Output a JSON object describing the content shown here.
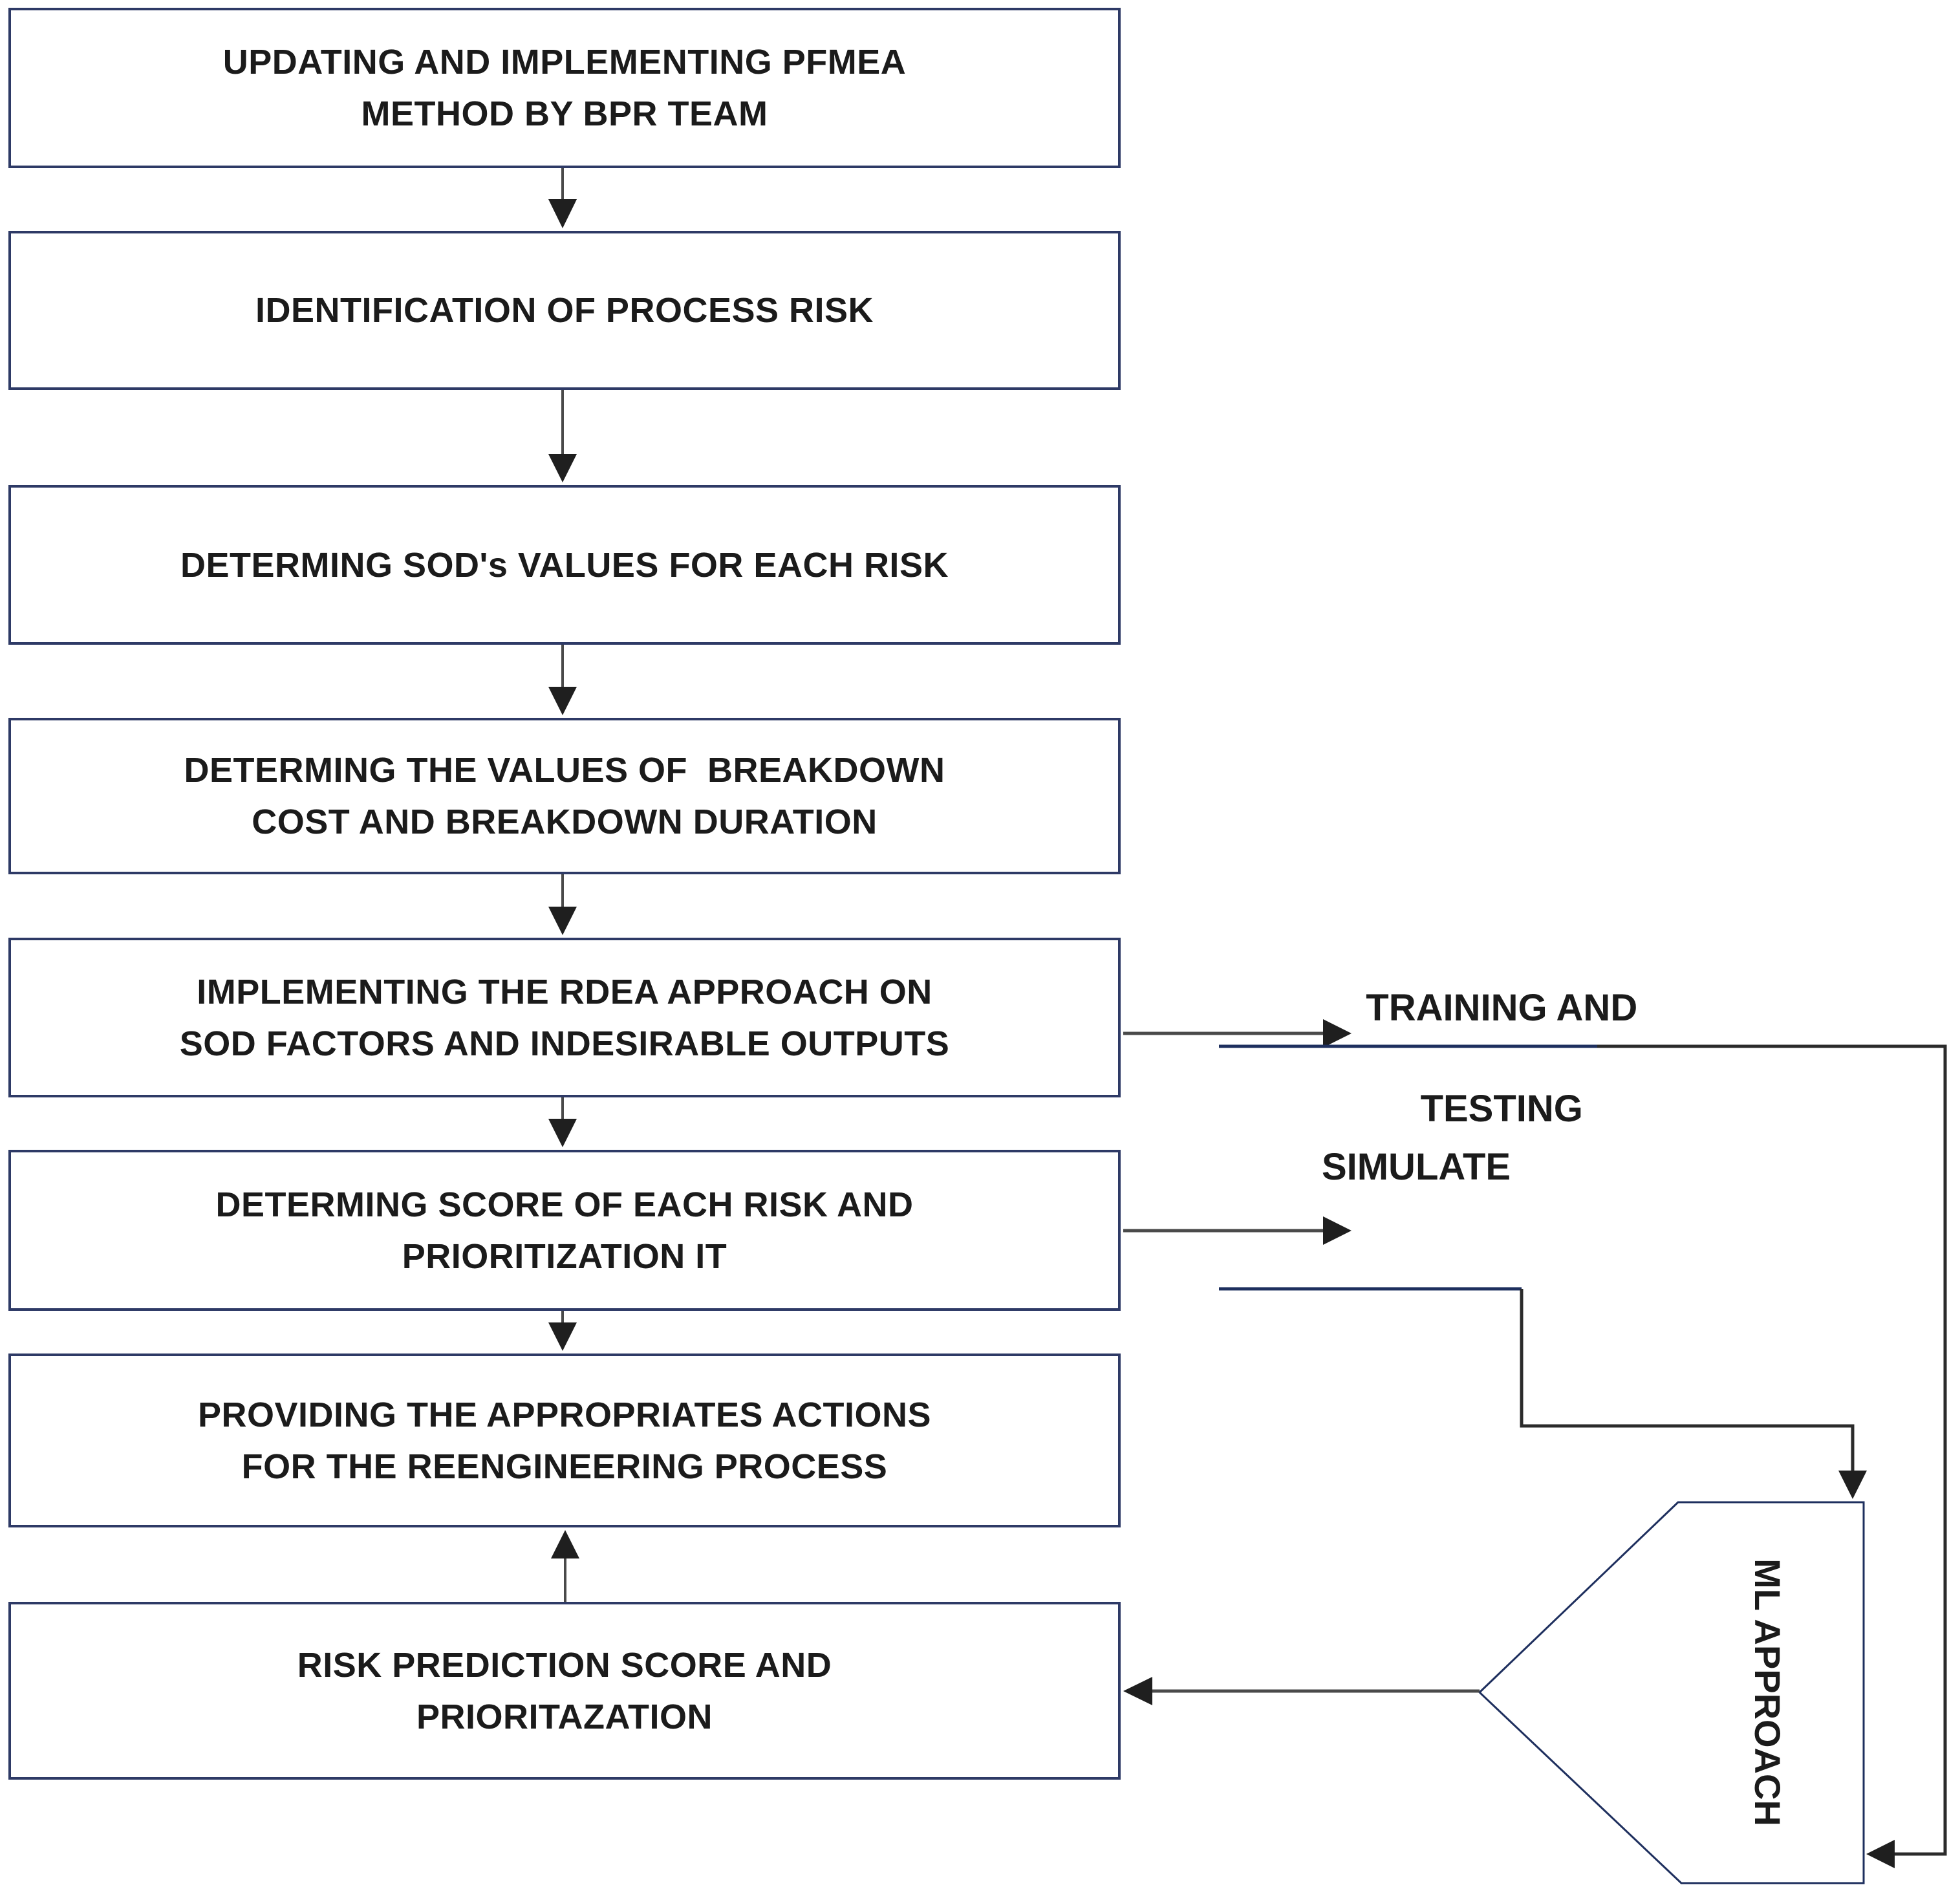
{
  "diagram": {
    "boxes": [
      {
        "name": "updating-pfmea",
        "lines": [
          "UPDATING AND IMPLEMENTING PFMEA",
          "METHOD BY BPR TEAM"
        ]
      },
      {
        "name": "identification-risk",
        "lines": [
          "IDENTIFICATION OF PROCESS RISK"
        ]
      },
      {
        "name": "sod-values",
        "lines": [
          "DETERMING SOD's VALUES FOR EACH RISK"
        ]
      },
      {
        "name": "breakdown-values",
        "lines": [
          "DETERMING THE VALUES OF  BREAKDOWN",
          "COST AND BREAKDOWN DURATION"
        ]
      },
      {
        "name": "rdea-approach",
        "lines": [
          "IMPLEMENTING THE RDEA APPROACH ON",
          "SOD FACTORS AND INDESIRABLE OUTPUTS"
        ]
      },
      {
        "name": "score-prioritization",
        "lines": [
          "DETERMING SCORE OF EACH RISK AND",
          "PRIORITIZATION IT"
        ]
      },
      {
        "name": "providing-actions",
        "lines": [
          "PROVIDING THE APPROPRIATES ACTIONS",
          "FOR THE REENGINEERING PROCESS"
        ]
      },
      {
        "name": "risk-prediction",
        "lines": [
          "RISK PREDICTION SCORE AND",
          "PRIORITAZATION"
        ]
      }
    ],
    "side_labels": {
      "training": {
        "lines": [
          "TRAINING AND",
          "TESTING"
        ]
      },
      "simulate": "SIMULATE",
      "ml_approach": "ML APPROACH"
    },
    "colors": {
      "box_border": "#2e3a66",
      "line_navy": "#1e2f5e",
      "line_black": "#2b2b2b",
      "arrow_gray": "#4a4a4a",
      "arrow_head": "#1f1f1f",
      "text": "#1b1b1b"
    }
  }
}
